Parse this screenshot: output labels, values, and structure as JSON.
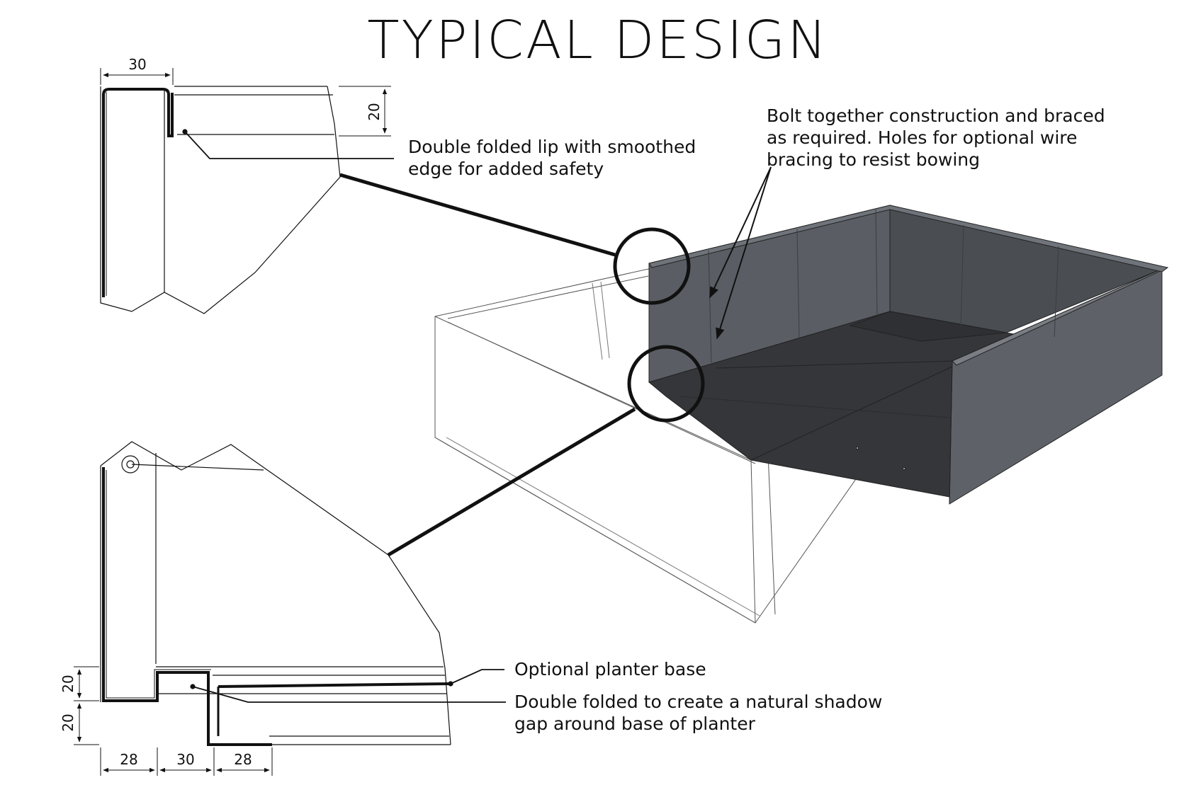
{
  "title": "TYPICAL DESIGN",
  "callouts": {
    "lip": {
      "line1": "Double folded lip with smoothed",
      "line2": "edge for added safety"
    },
    "bolt": {
      "line1": "Bolt together construction and braced",
      "line2": "as required. Holes for optional wire",
      "line3": "bracing to resist bowing"
    },
    "base": {
      "line1": "Optional planter base"
    },
    "shadow": {
      "line1": "Double folded to create a natural shadow",
      "line2": "gap around base of planter"
    }
  },
  "dimensions": {
    "top_width": "30",
    "top_height": "20",
    "bottom_h1": "20",
    "bottom_h2": "20",
    "bottom_w1": "28",
    "bottom_w2": "30",
    "bottom_w3": "28"
  },
  "colors": {
    "wall_outer": "#5f6369",
    "wall_inner": "#4f5358",
    "floor": "#3a3c3f",
    "line": "#111111"
  }
}
